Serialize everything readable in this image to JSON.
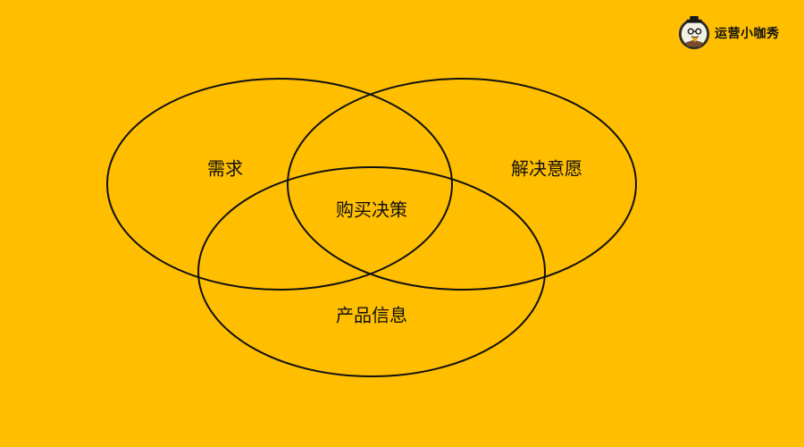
{
  "background_color": "#FFBE00",
  "stroke_color": "#111111",
  "brand": {
    "name": "运营小咖秀",
    "logo_icon": "mascot-avatar-icon"
  },
  "diagram": {
    "type": "venn-3",
    "sets": [
      {
        "label": "需求"
      },
      {
        "label": "解决意愿"
      },
      {
        "label": "产品信息"
      }
    ],
    "intersection_label": "购买决策"
  }
}
